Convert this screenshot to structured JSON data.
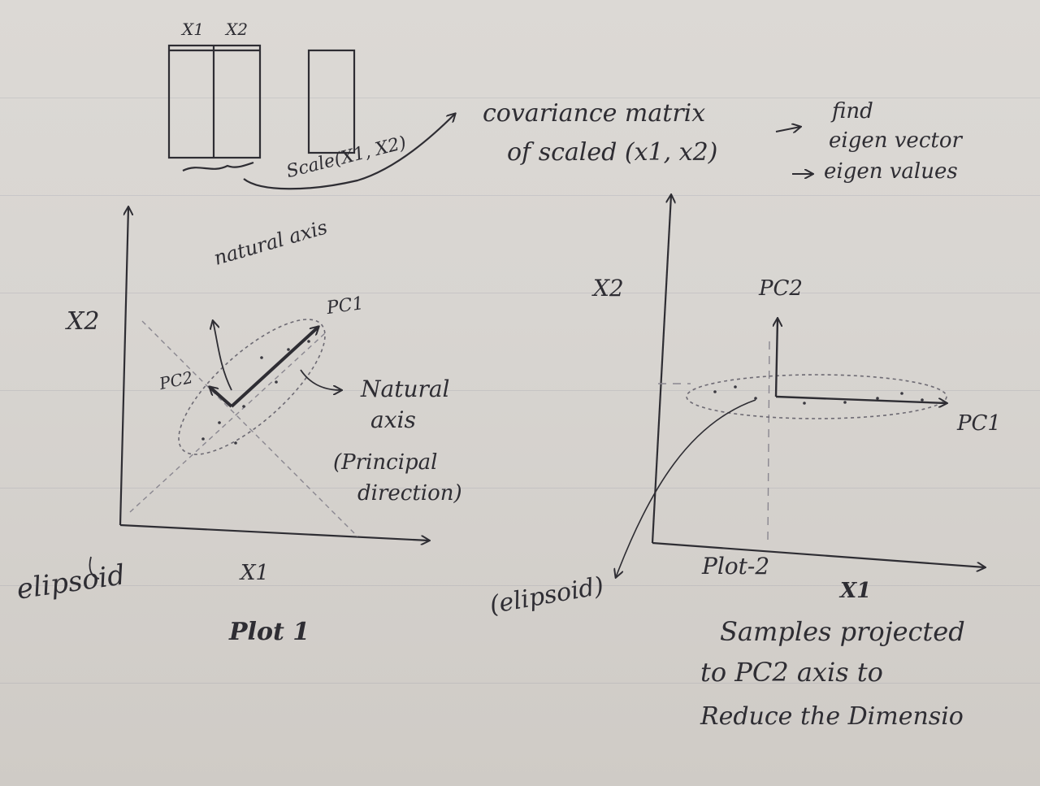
{
  "matrix": {
    "col1": "X1",
    "col2": "X2"
  },
  "scale_label": "Scale(X1, X2)",
  "flow": {
    "line1": "covariance matrix",
    "line2": "of scaled (x1, x2)",
    "arrow_target1": "find",
    "arrow_target1b": "eigen vector",
    "arrow_target2": "eigen values"
  },
  "plot1": {
    "y_label": "X2",
    "x_label": "X1",
    "title": "Plot 1",
    "natural_axis_top": "natural axis",
    "pc1": "PC1",
    "pc2": "PC2",
    "natural_axis_right_1": "Natural",
    "natural_axis_right_2": "axis",
    "principal_1": "(Principal",
    "principal_2": "direction)",
    "ellipsoid": "elipsoid"
  },
  "plot2": {
    "y_label": "X2",
    "x_label": "X1",
    "title": "Plot-2",
    "pc2": "PC2",
    "pc1": "PC1",
    "ellipsoid": "(elipsoid)",
    "note_1": "Samples projected",
    "note_2": "to PC2 axis to",
    "note_3": "Reduce the Dimensio"
  },
  "colors": {
    "ink": "#2e2d33",
    "paper": "#d9d6d2",
    "pencil": "#8a8790"
  }
}
